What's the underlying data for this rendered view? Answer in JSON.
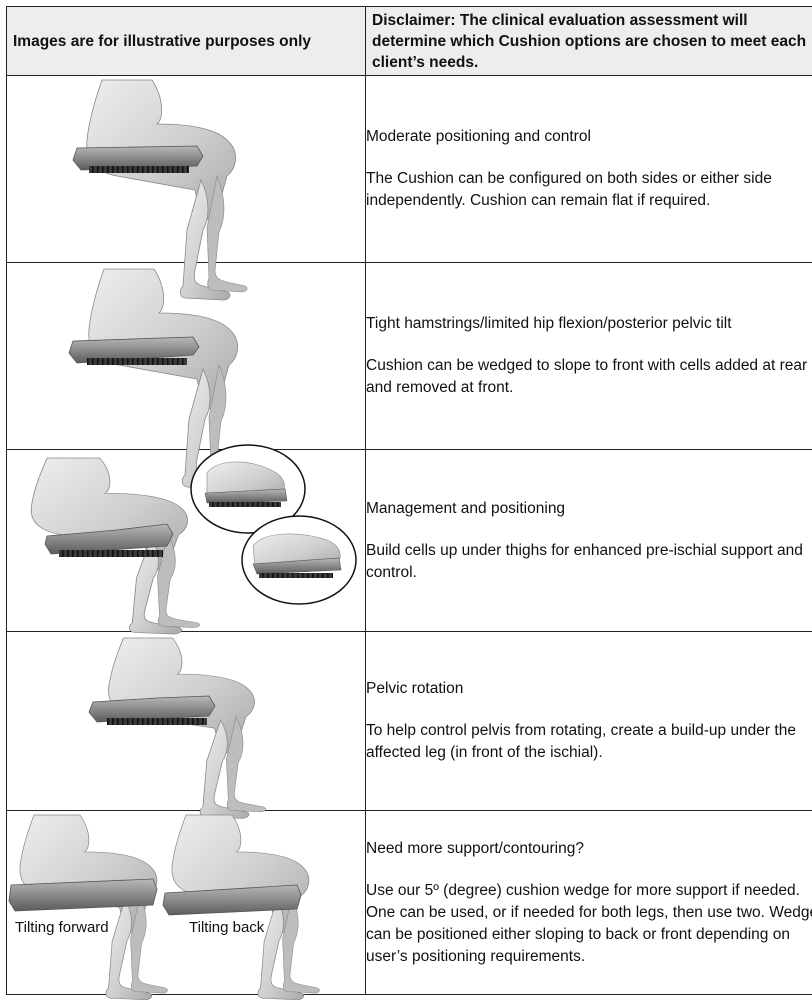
{
  "header": {
    "left": "Images are for illustrative purposes only",
    "right": "Disclaimer: The clinical evaluation assessment will determine which Cushion options are chosen to meet each client’s needs."
  },
  "rows": [
    {
      "title": "Moderate positioning and control",
      "body": "The Cushion can be configured on both sides or either side independently. Cushion can remain flat if required."
    },
    {
      "title": "Tight hamstrings/limited hip flexion/posterior pelvic tilt",
      "body": "Cushion can be wedged to slope to front with cells added at rear and removed at front."
    },
    {
      "title": "Management and positioning",
      "body": "Build cells up under thighs for enhanced pre-ischial support and control."
    },
    {
      "title": "Pelvic rotation",
      "body": "To help control pelvis from rotating, create a build-up under the affected leg (in front of the ischial)."
    },
    {
      "title": "Need more support/contouring?",
      "body": "Use our 5º (degree) cushion wedge for more support if needed. One can be used, or if needed for both legs, then use two. Wedge can be positioned either sloping to back or front depending on user’s positioning requirements."
    }
  ],
  "captions": {
    "tilting_forward": "Tilting forward",
    "tilting_back": "Tilting back"
  },
  "colors": {
    "header_bg": "#ededed",
    "figure_fill": "#d6d6d6",
    "cushion_fill": "#8a8a8a",
    "cells_fill": "#2c2c2c"
  }
}
